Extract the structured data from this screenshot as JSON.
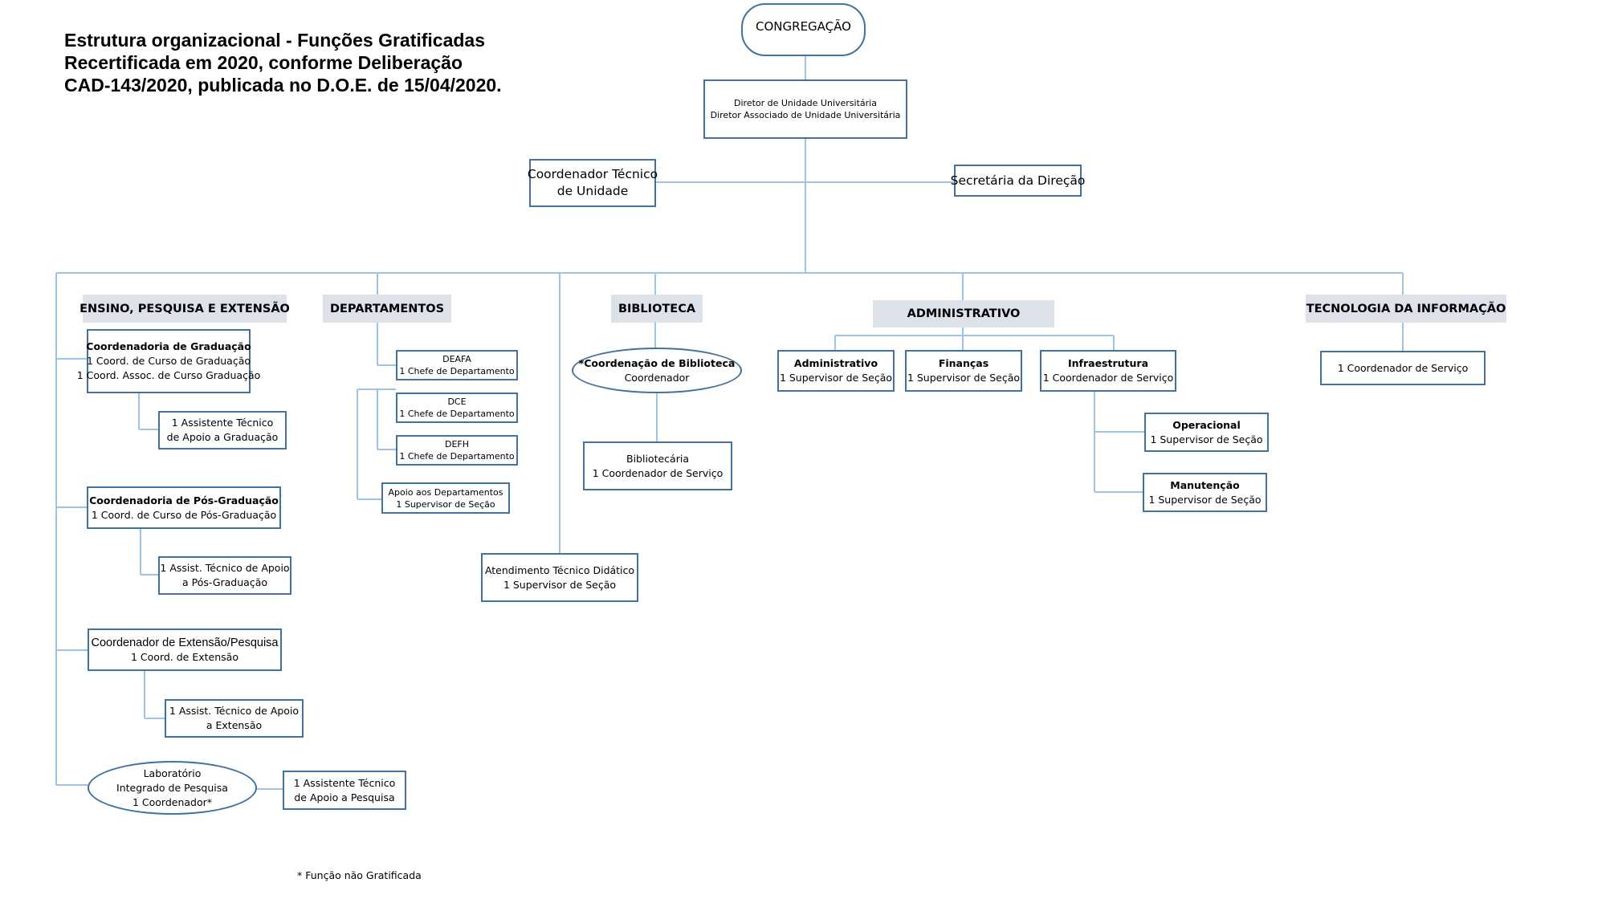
{
  "title": {
    "line1": "Estrutura organizacional - Funções Gratificadas",
    "line2": "Recertificada em 2020, conforme Deliberação",
    "line3": "CAD-143/2020, publicada no D.O.E. de 15/04/2020."
  },
  "congregacao": "CONGREGAÇÃO",
  "diretor": {
    "line1": "Diretor de Unidade Universitária",
    "line2": "Diretor Associado de Unidade Universitária"
  },
  "coord_tecnico": {
    "line1": "Coordenador Técnico",
    "line2": "de Unidade"
  },
  "secretaria": "Secretária da Direção",
  "headers": {
    "ensino": "ENSINO, PESQUISA E EXTENSÃO",
    "departamentos": "DEPARTAMENTOS",
    "biblioteca": "BIBLIOTECA",
    "administrativo": "ADMINISTRATIVO",
    "ti": "TECNOLOGIA DA INFORMAÇÃO"
  },
  "ensino": {
    "graduacao": {
      "title": "Coordenadoria de Graduação",
      "line1": "1 Coord. de Curso de Graduação",
      "line2": "1 Coord. Assoc. de Curso Graduação"
    },
    "assist_graduacao": {
      "line1": "1  Assistente Técnico",
      "line2": "de Apoio a Graduação"
    },
    "pos": {
      "title": "Coordenadoria de Pós-Graduação",
      "line1": "1 Coord. de Curso de Pós-Graduação"
    },
    "assist_pos": {
      "line1": "1 Assist. Técnico de Apoio",
      "line2": "a Pós-Graduação"
    },
    "extensao": {
      "title": "Coordenador de Extensão/Pesquisa",
      "line1": "1 Coord. de Extensão"
    },
    "assist_extensao": {
      "line1": "1 Assist. Técnico de Apoio",
      "line2": "a Extensão"
    },
    "laboratorio": {
      "line1": "Laboratório",
      "line2": "Integrado de Pesquisa",
      "line3": "1 Coordenador*"
    },
    "assist_pesquisa": {
      "line1": "1 Assistente Técnico",
      "line2": "de Apoio a Pesquisa"
    }
  },
  "departamentos": {
    "deafa": {
      "title": "DEAFA",
      "line1": "1 Chefe de Departamento"
    },
    "dce": {
      "title": "DCE",
      "line1": "1 Chefe de Departamento"
    },
    "defh": {
      "title": "DEFH",
      "line1": "1 Chefe de Departamento"
    },
    "apoio": {
      "line1": "Apoio aos Departamentos",
      "line2": "1 Supervisor de Seção"
    }
  },
  "atendimento": {
    "line1": "Atendimento Técnico Didático",
    "line2": "1 Supervisor de Seção"
  },
  "biblioteca": {
    "coordenacao": {
      "title": "*Coordenação de Biblioteca",
      "line1": "Coordenador"
    },
    "bibliotecaria": {
      "line1": "Bibliotecária",
      "line2": "1 Coordenador de Serviço"
    }
  },
  "administrativo": {
    "adm": {
      "title": "Administrativo",
      "line1": "1 Supervisor de Seção"
    },
    "financas": {
      "title": "Finanças",
      "line1": "1 Supervisor de Seção"
    },
    "infra": {
      "title": "Infraestrutura",
      "line1": "1 Coordenador de Serviço"
    },
    "operacional": {
      "title": "Operacional",
      "line1": "1 Supervisor de Seção"
    },
    "manutencao": {
      "title": "Manutenção",
      "line1": "1 Supervisor de Seção"
    }
  },
  "ti": {
    "coord": "1 Coordenador de Serviço"
  },
  "footnote": "* Função não Gratificada",
  "colors": {
    "box_border": "#41719c",
    "connector": "#9dc3e6",
    "header_fill": "#dde2ea"
  }
}
